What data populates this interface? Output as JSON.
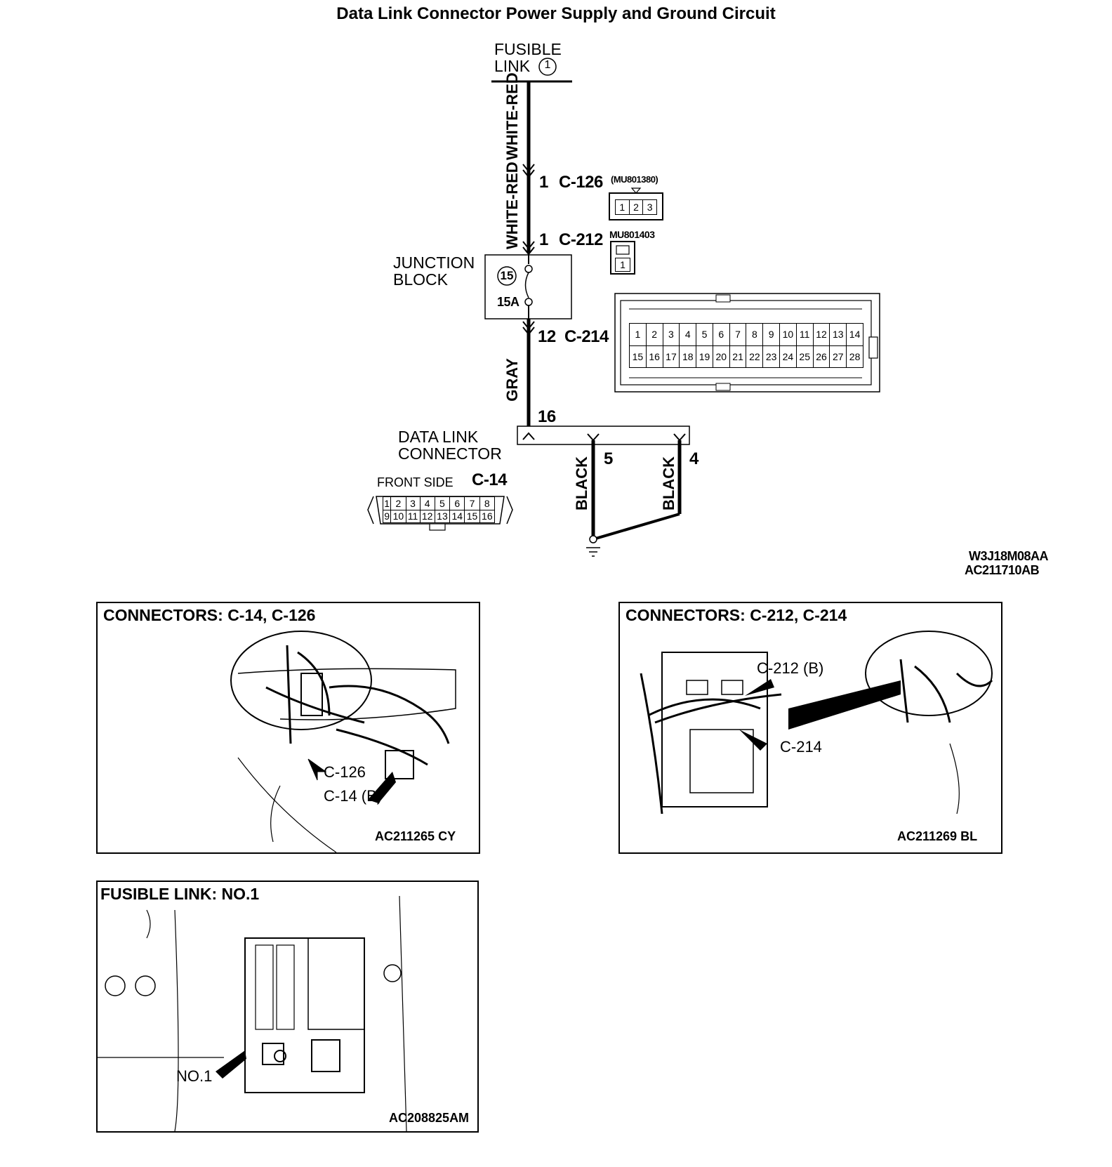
{
  "title": "Data Link Connector Power Supply and Ground Circuit",
  "fusible_link": {
    "line1": "FUSIBLE",
    "line2": "LINK",
    "num": "1"
  },
  "wires": {
    "white_red_1": "WHITE-RED",
    "white_red_2": "WHITE-RED",
    "gray": "GRAY",
    "black_1": "BLACK",
    "black_2": "BLACK"
  },
  "connectors": {
    "c126": {
      "pin": "1",
      "name": "C-126",
      "part": "(MU801380)",
      "pins": [
        "1",
        "2",
        "3"
      ]
    },
    "c212": {
      "pin": "1",
      "name": "C-212",
      "part": "MU801403",
      "pins": [
        "1"
      ]
    },
    "c214": {
      "pin": "12",
      "name": "C-214",
      "row1": [
        "1",
        "2",
        "3",
        "4",
        "5",
        "6",
        "7",
        "8",
        "9",
        "10",
        "11",
        "12",
        "13",
        "14"
      ],
      "row2": [
        "15",
        "16",
        "17",
        "18",
        "19",
        "20",
        "21",
        "22",
        "23",
        "24",
        "25",
        "26",
        "27",
        "28"
      ]
    },
    "c14": {
      "label": "C-14",
      "front": "FRONT SIDE",
      "row1": [
        "1",
        "2",
        "3",
        "4",
        "5",
        "6",
        "7",
        "8"
      ],
      "row2": [
        "9",
        "10",
        "11",
        "12",
        "13",
        "14",
        "15",
        "16"
      ]
    }
  },
  "junction_block": {
    "line1": "JUNCTION",
    "line2": "BLOCK",
    "fuse_num": "15",
    "rating": "15A"
  },
  "dlc": {
    "line1": "DATA LINK",
    "line2": "CONNECTOR",
    "pin16": "16",
    "pin5": "5",
    "pin4": "4"
  },
  "codes": {
    "c1": "W3J18M08AA",
    "c2": "AC211710AB"
  },
  "panels": [
    {
      "title": "CONNECTORS: C-14, C-126",
      "callouts": [
        "C-126",
        "C-14 (B)"
      ],
      "code": "AC211265 CY"
    },
    {
      "title": "CONNECTORS: C-212, C-214",
      "callouts": [
        "C-212 (B)",
        "C-214"
      ],
      "code": "AC211269 BL"
    },
    {
      "title": "FUSIBLE LINK: NO.1",
      "callouts": [
        "NO.1"
      ],
      "code": "AC208825AM"
    }
  ]
}
